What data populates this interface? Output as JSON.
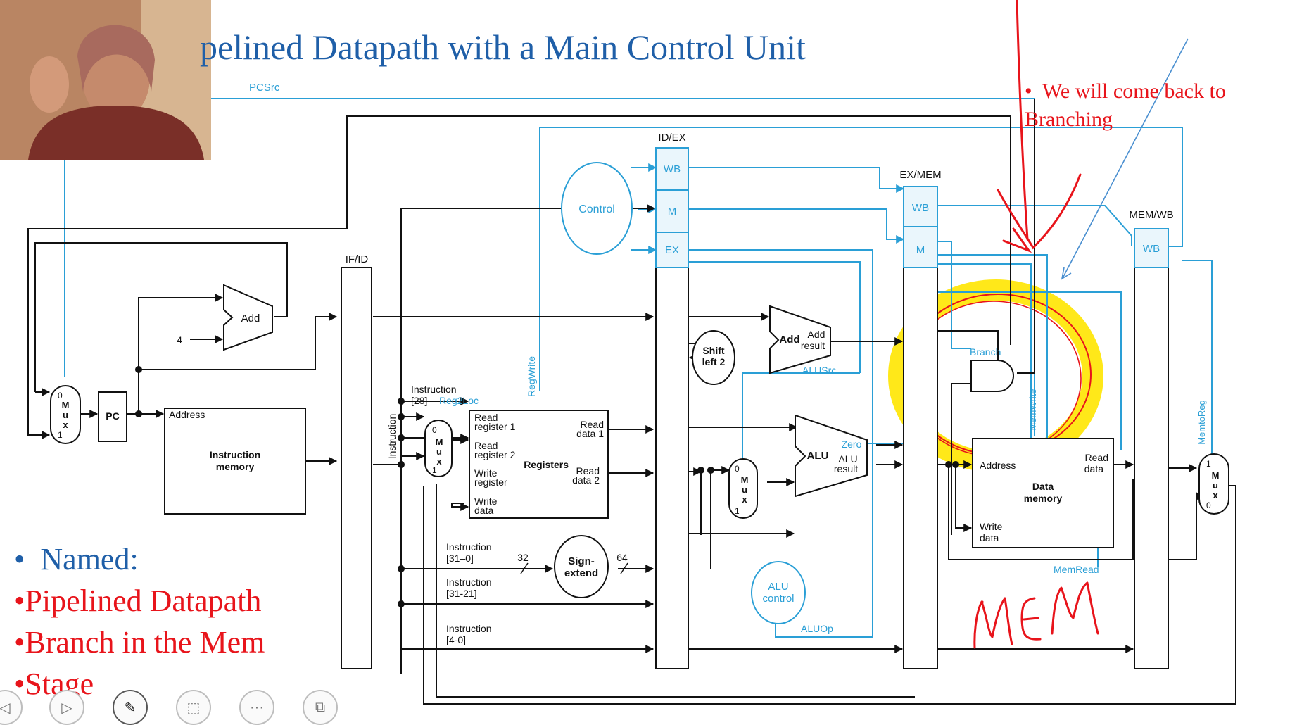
{
  "slide": {
    "title": "pelined Datapath with a Main Control Unit",
    "bullets": [
      {
        "text": "Named:",
        "color": "#1f5fa8"
      },
      {
        "text": "Pipelined Datapath",
        "color": "#e8141b"
      },
      {
        "text": "Branch in the Mem",
        "color": "#e8141b"
      },
      {
        "text": "Stage",
        "color": "#e8141b"
      }
    ],
    "note_lines": [
      "We will come back to",
      "Branching"
    ],
    "handwriting": "MEM"
  },
  "diagram": {
    "pipeline_registers": [
      "IF/ID",
      "ID/EX",
      "EX/MEM",
      "MEM/WB"
    ],
    "control_fields": {
      "wb": "WB",
      "m": "M",
      "ex": "EX"
    },
    "units": {
      "control": "Control",
      "pc": "PC",
      "add": "Add",
      "four": "4",
      "mux_m": "M",
      "mux_u": "u",
      "mux_x": "x",
      "mux_zero": "0",
      "mux_one": "1",
      "instr_mem_line1": "Instruction",
      "instr_mem_line2": "memory",
      "address": "Address",
      "registers": "Registers",
      "read_register_1_a": "Read",
      "read_register_1_b": "register 1",
      "read_register_2_a": "Read",
      "read_register_2_b": "register 2",
      "write_register_a": "Write",
      "write_register_b": "register",
      "write_data_a": "Write",
      "write_data_b": "data",
      "read_data_1_a": "Read",
      "read_data_1_b": "data 1",
      "read_data_2_a": "Read",
      "read_data_2_b": "data 2",
      "sign_extend_a": "Sign-",
      "sign_extend_b": "extend",
      "shift_left_a": "Shift",
      "shift_left_b": "left 2",
      "add_result_add": "Add",
      "add_result_a": "Add",
      "add_result_b": "result",
      "alu": "ALU",
      "alu_result_a": "ALU",
      "alu_result_b": "result",
      "zero": "Zero",
      "alu_control_a": "ALU",
      "alu_control_b": "control",
      "data_memory_a": "Data",
      "data_memory_b": "memory",
      "read_data_a": "Read",
      "read_data_b": "data",
      "branch": "Branch"
    },
    "signals": {
      "pcsrc": "PCSrc",
      "regwrite": "RegWrite",
      "reg2loc": "Reg2Loc",
      "alusrc": "ALUSrc",
      "aluop": "ALUOp",
      "memwrite": "MemWrite",
      "memread": "MemRead",
      "memtoreg": "MemtoReg",
      "instruction_vertical": "Instruction"
    },
    "fields": {
      "instr_28_a": "Instruction",
      "instr_28_b": "[28]",
      "instr_31_0_a": "Instruction",
      "instr_31_0_b": "[31–0]",
      "instr_31_21_a": "Instruction",
      "instr_31_21_b": "[31-21]",
      "instr_4_0_a": "Instruction",
      "instr_4_0_b": "[4-0]",
      "width_32": "32",
      "width_64": "64"
    },
    "colors": {
      "control": "#2a9fd6",
      "datapath": "#111111",
      "highlight": "#ffe600",
      "annotation": "#e8141b"
    }
  }
}
